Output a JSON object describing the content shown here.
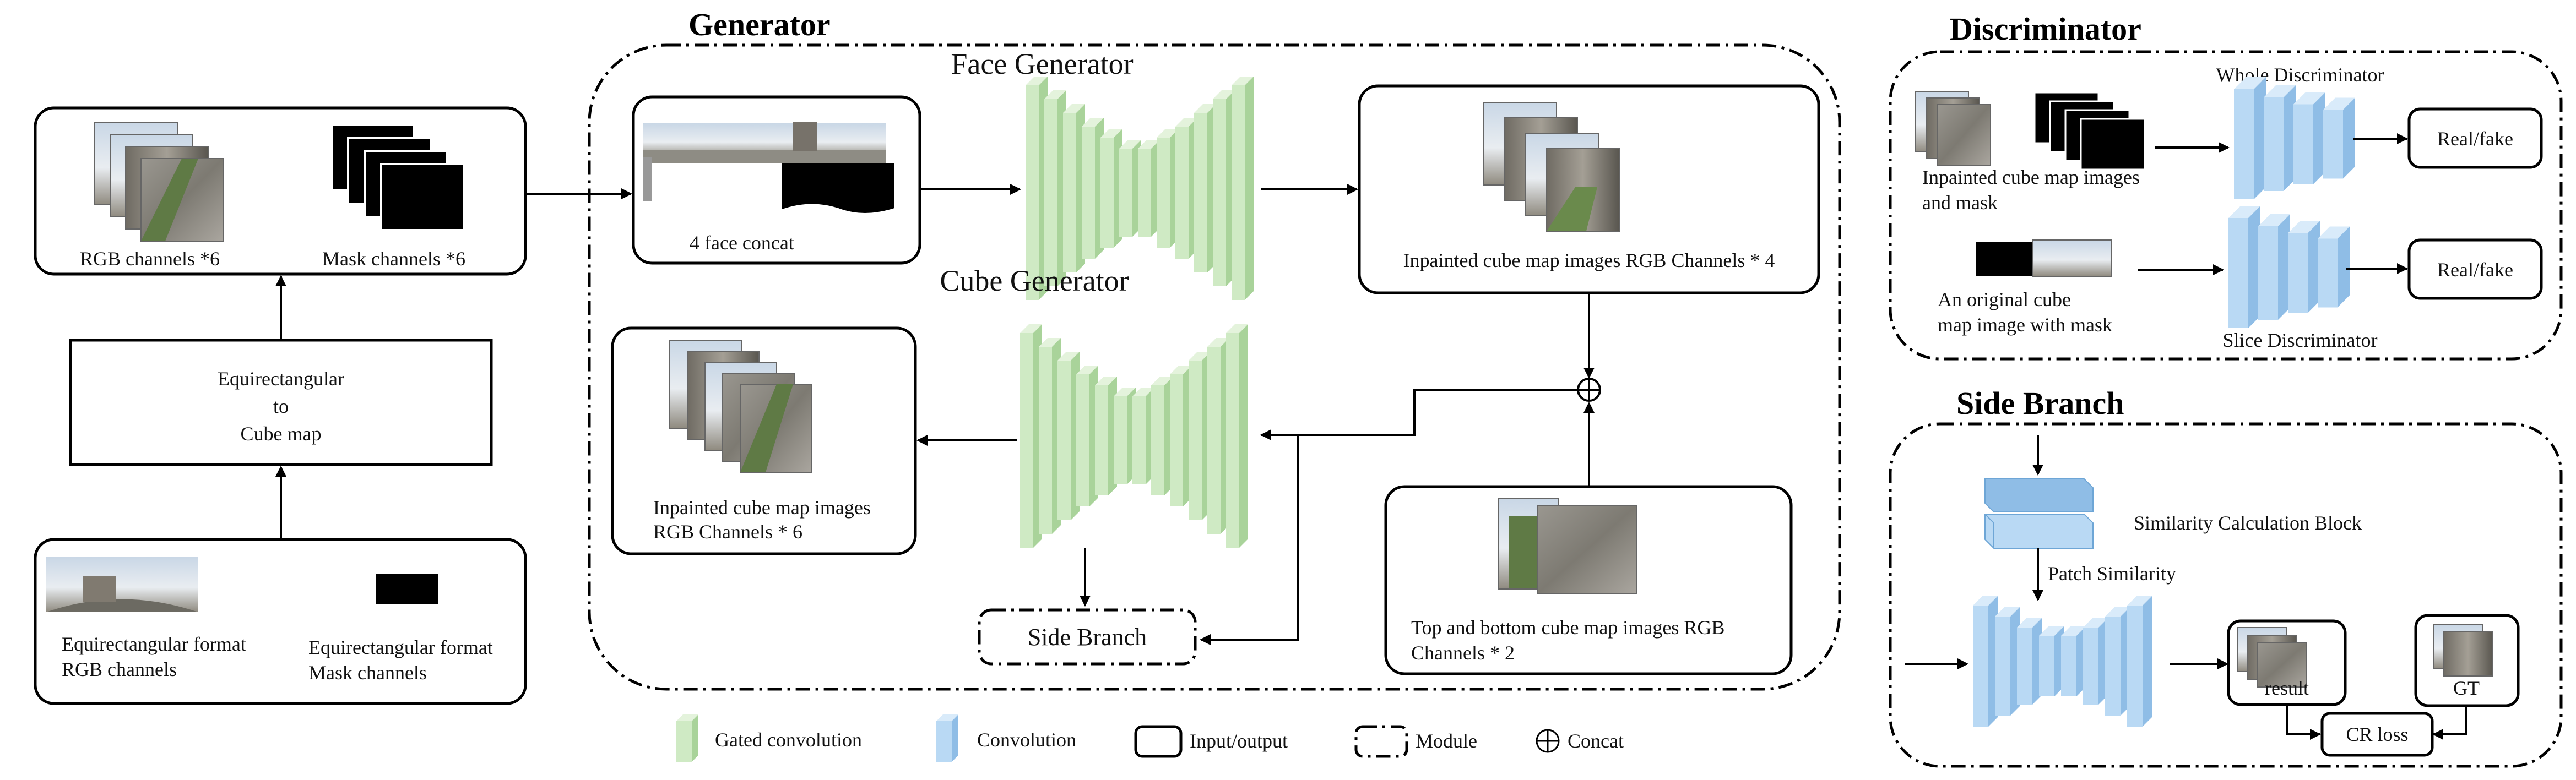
{
  "sections": {
    "generator": "Generator",
    "discriminator": "Discriminator",
    "side_branch": "Side Branch"
  },
  "input": {
    "rgb_label": "RGB channels *6",
    "mask_label": "Mask channels *6",
    "convert_line1": "Equirectangular",
    "convert_line2": "to",
    "convert_line3": "Cube map",
    "equi_rgb_line1": "Equirectangular format",
    "equi_rgb_line2": "RGB channels",
    "equi_mask_line1": "Equirectangular format",
    "equi_mask_line2": "Mask channels"
  },
  "generator": {
    "face_generator_title": "Face Generator",
    "face_concat_label": "4 face concat",
    "face_output_label": "Inpainted cube map images RGB Channels * 4",
    "cube_generator_title": "Cube Generator",
    "cube_output_line1": "Inpainted cube map images",
    "cube_output_line2": "RGB Channels * 6",
    "topbottom_line1": "Top and bottom cube map images RGB",
    "topbottom_line2": "Channels * 2",
    "side_branch_module": "Side Branch"
  },
  "discriminator": {
    "whole_title": "Whole Discriminator",
    "whole_input_line1": "Inpainted cube map images",
    "whole_input_line2": "and  mask",
    "whole_output": "Real/fake",
    "slice_input_line1": "An original cube",
    "slice_input_line2": "map image with  mask",
    "slice_output": "Real/fake",
    "slice_title": "Slice Discriminator"
  },
  "side_branch": {
    "similarity_block": "Similarity Calculation Block",
    "patch_similarity": "Patch Similarity",
    "result_label": "result",
    "gt_label": "GT",
    "loss_label": "CR loss"
  },
  "legend": {
    "gated_conv": "Gated convolution",
    "conv": "Convolution",
    "io": "Input/output",
    "module": "Module",
    "concat": "Concat"
  },
  "colors": {
    "gated_front": "#cfeac4",
    "gated_side": "#a9d39a",
    "gated_top": "#e4f3dc",
    "conv_front": "#b9d9f4",
    "conv_side": "#8fbde6",
    "conv_top": "#d9ebfa"
  }
}
